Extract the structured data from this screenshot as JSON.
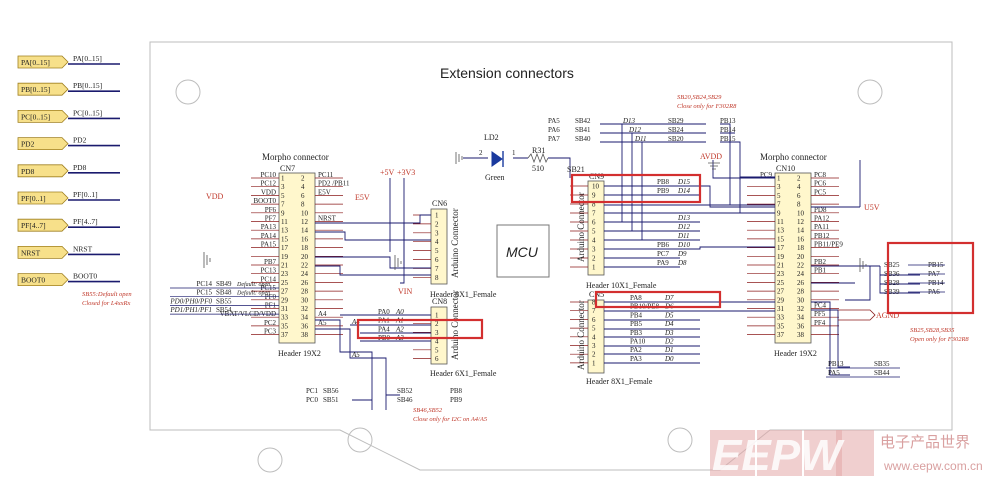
{
  "title": "Extension connectors",
  "mcu_label": "MCU",
  "left_ports": [
    {
      "box": "PA[0..15]",
      "net": "PA[0..15]"
    },
    {
      "box": "PB[0..15]",
      "net": "PB[0..15]"
    },
    {
      "box": "PC[0..15]",
      "net": "PC[0..15]"
    },
    {
      "box": "PD2",
      "net": "PD2"
    },
    {
      "box": "PD8",
      "net": "PD8"
    },
    {
      "box": "PF[0..1]",
      "net": "PF[0..1]"
    },
    {
      "box": "PF[4..7]",
      "net": "PF[4..7]"
    },
    {
      "box": "NRST",
      "net": "NRST"
    },
    {
      "box": "BOOT0",
      "net": "BOOT0"
    }
  ],
  "notes": {
    "sb55": "SB55:Default open",
    "sb55b": "Closed for L4xxRx",
    "sb46": "SB46,SB52",
    "sb46b": "Close only for I2C on A4/A5",
    "sb20": "SB20,SB24,SB29",
    "sb20b": "Close only for F302R8",
    "sb25": "SB25,SB28,SB35",
    "sb25b": "Open only for F302R8"
  },
  "cn7": {
    "title": "Morpho connector",
    "ref": "CN7",
    "footer": "Header 19X2",
    "left": [
      "PC10",
      "PC12",
      "VDD",
      "BOOT0",
      "PF6",
      "PF7",
      "PA13",
      "PA14",
      "PA15",
      "",
      "PB7",
      "PC13",
      "PC14",
      "PC15",
      "PF0",
      "PF1",
      "VBAT/VLCD/VDD",
      "PC2",
      "PC3"
    ],
    "right": [
      "PC11",
      "PD2 /PB11",
      "E5V",
      "",
      "",
      "NRST",
      "",
      "",
      "",
      "",
      "",
      "",
      "",
      "",
      "",
      "",
      "A4",
      "A5",
      ""
    ],
    "odd": [
      "1",
      "3",
      "5",
      "7",
      "9",
      "11",
      "13",
      "15",
      "17",
      "19",
      "21",
      "23",
      "25",
      "27",
      "29",
      "31",
      "33",
      "35",
      "37"
    ],
    "even": [
      "2",
      "4",
      "6",
      "8",
      "10",
      "12",
      "14",
      "16",
      "18",
      "20",
      "22",
      "24",
      "26",
      "28",
      "30",
      "32",
      "34",
      "36",
      "38"
    ]
  },
  "cn6": {
    "ref": "CN6",
    "name": "Arduino Connector",
    "footer": "Header 8X1_Female",
    "pins": [
      "1",
      "2",
      "3",
      "4",
      "5",
      "6",
      "7",
      "8"
    ]
  },
  "cn8": {
    "ref": "CN8",
    "name": "Arduino Connector",
    "footer": "Header 6X1_Female",
    "pins": [
      "1",
      "2",
      "3",
      "4",
      "5",
      "6"
    ],
    "nets": [
      {
        "p": "PA0",
        "a": "A0"
      },
      {
        "p": "PA1",
        "a": "A1"
      },
      {
        "p": "PA4",
        "a": "A2"
      },
      {
        "p": "PB0",
        "a": "A3"
      }
    ]
  },
  "cn9": {
    "ref": "CN9",
    "name": "Arduino Connector",
    "footer": "Header 10X1_Female",
    "pins": [
      "10",
      "9",
      "8",
      "7",
      "6",
      "5",
      "4",
      "3",
      "2",
      "1"
    ],
    "nets": [
      {
        "p": "PB8",
        "a": "D15"
      },
      {
        "p": "PB9",
        "a": "D14"
      },
      {
        "p": "",
        "a": ""
      },
      {
        "p": "",
        "a": ""
      },
      {
        "p": "",
        "a": "D13"
      },
      {
        "p": "",
        "a": "D12"
      },
      {
        "p": "",
        "a": "D11"
      },
      {
        "p": "PB6",
        "a": "D10"
      },
      {
        "p": "PC7",
        "a": "D9"
      },
      {
        "p": "PA9",
        "a": "D8"
      }
    ]
  },
  "cn5": {
    "ref": "CN5",
    "name": "Arduino Connector",
    "footer": "Header 8X1_Female",
    "pins": [
      "8",
      "7",
      "6",
      "5",
      "4",
      "3",
      "2",
      "1"
    ],
    "nets": [
      {
        "p": "PA8",
        "a": "D7"
      },
      {
        "p": "PB10/PE8",
        "a": "D6"
      },
      {
        "p": "PB4",
        "a": "D5"
      },
      {
        "p": "PB5",
        "a": "D4"
      },
      {
        "p": "PB3",
        "a": "D3"
      },
      {
        "p": "PA10",
        "a": "D2"
      },
      {
        "p": "PA2",
        "a": "D1"
      },
      {
        "p": "PA3",
        "a": "D0"
      }
    ]
  },
  "cn10": {
    "title": "Morpho connector",
    "ref": "CN10",
    "footer": "Header 19X2",
    "left": [
      "PC9",
      "",
      "",
      "",
      "",
      "",
      "",
      "",
      "",
      "",
      "",
      "",
      "",
      "",
      "",
      "",
      "",
      "",
      ""
    ],
    "right": [
      "PC8",
      "PC6",
      "PC5",
      "",
      "PD8",
      "PA12",
      "PA11",
      "PB12",
      "PB11/PE9",
      "",
      "PB2",
      "PB1",
      "",
      "",
      "",
      "PC4",
      "PF5",
      "PF4",
      ""
    ],
    "odd": [
      "1",
      "3",
      "5",
      "7",
      "9",
      "11",
      "13",
      "15",
      "17",
      "19",
      "21",
      "23",
      "25",
      "27",
      "29",
      "31",
      "33",
      "35",
      "37"
    ],
    "even": [
      "2",
      "4",
      "6",
      "8",
      "10",
      "12",
      "14",
      "16",
      "18",
      "20",
      "22",
      "24",
      "26",
      "28",
      "30",
      "32",
      "34",
      "36",
      "38"
    ]
  },
  "sb_top": [
    {
      "p": "PA5",
      "sb": "SB42",
      "d": "D13",
      "sb2": "SB29",
      "q": "PB13"
    },
    {
      "p": "PA6",
      "sb": "SB41",
      "d": "D12",
      "sb2": "SB24",
      "q": "PB14"
    },
    {
      "p": "PA7",
      "sb": "SB40",
      "d": "D11",
      "sb2": "SB20",
      "q": "PB15"
    }
  ],
  "sb_right": [
    {
      "sb": "SB25",
      "q": "PB15"
    },
    {
      "sb": "SB36",
      "q": "PA7"
    },
    {
      "sb": "SB28",
      "q": "PB14"
    },
    {
      "sb": "SB39",
      "q": "PA6"
    }
  ],
  "sb_bottom_right": [
    {
      "p": "PB13",
      "sb": "SB35"
    },
    {
      "p": "PA5",
      "sb": "SB44"
    }
  ],
  "sb_left": [
    {
      "p": "PC14",
      "sb": "SB49",
      "n": "Default: open"
    },
    {
      "p": "PC15",
      "sb": "SB48",
      "n": "Default: open"
    },
    {
      "p": "PD0/PH0/PF0",
      "sb": "SB55",
      "n": ""
    },
    {
      "p": "PD1/PH1/PF1",
      "sb": "SB54",
      "n": ""
    }
  ],
  "sb_bottom": [
    {
      "p": "PC1",
      "sb": "SB56",
      "q": "",
      "r": ""
    },
    {
      "p": "PC0",
      "sb": "SB51",
      "q": "",
      "r": ""
    },
    {
      "p": "",
      "sb": "SB52",
      "q": "PB8",
      "r": ""
    },
    {
      "p": "",
      "sb": "SB46",
      "q": "PB9",
      "r": ""
    }
  ],
  "led": {
    "ref": "LD2",
    "color": "Green",
    "r": "R31",
    "rv": "510",
    "sb": "SB21",
    "pin1": "1",
    "pin2": "2"
  },
  "power": {
    "p5v": "+5V",
    "p3v3": "+3V3",
    "vin": "VIN",
    "avdd": "AVDD",
    "u5v": "U5V",
    "e5v": "E5V",
    "agnd": "AGND",
    "vdd": "VDD"
  },
  "watermark": {
    "logo": "EEPW",
    "cn": "电子产品世界",
    "url": "www.eepw.com.cn"
  },
  "colors": {
    "wire": "#1a1a6e",
    "pin": "#8b1a1a",
    "box": "#f7e08a",
    "highlight": "#d32f2f",
    "watermark": "#e3a8a8"
  }
}
